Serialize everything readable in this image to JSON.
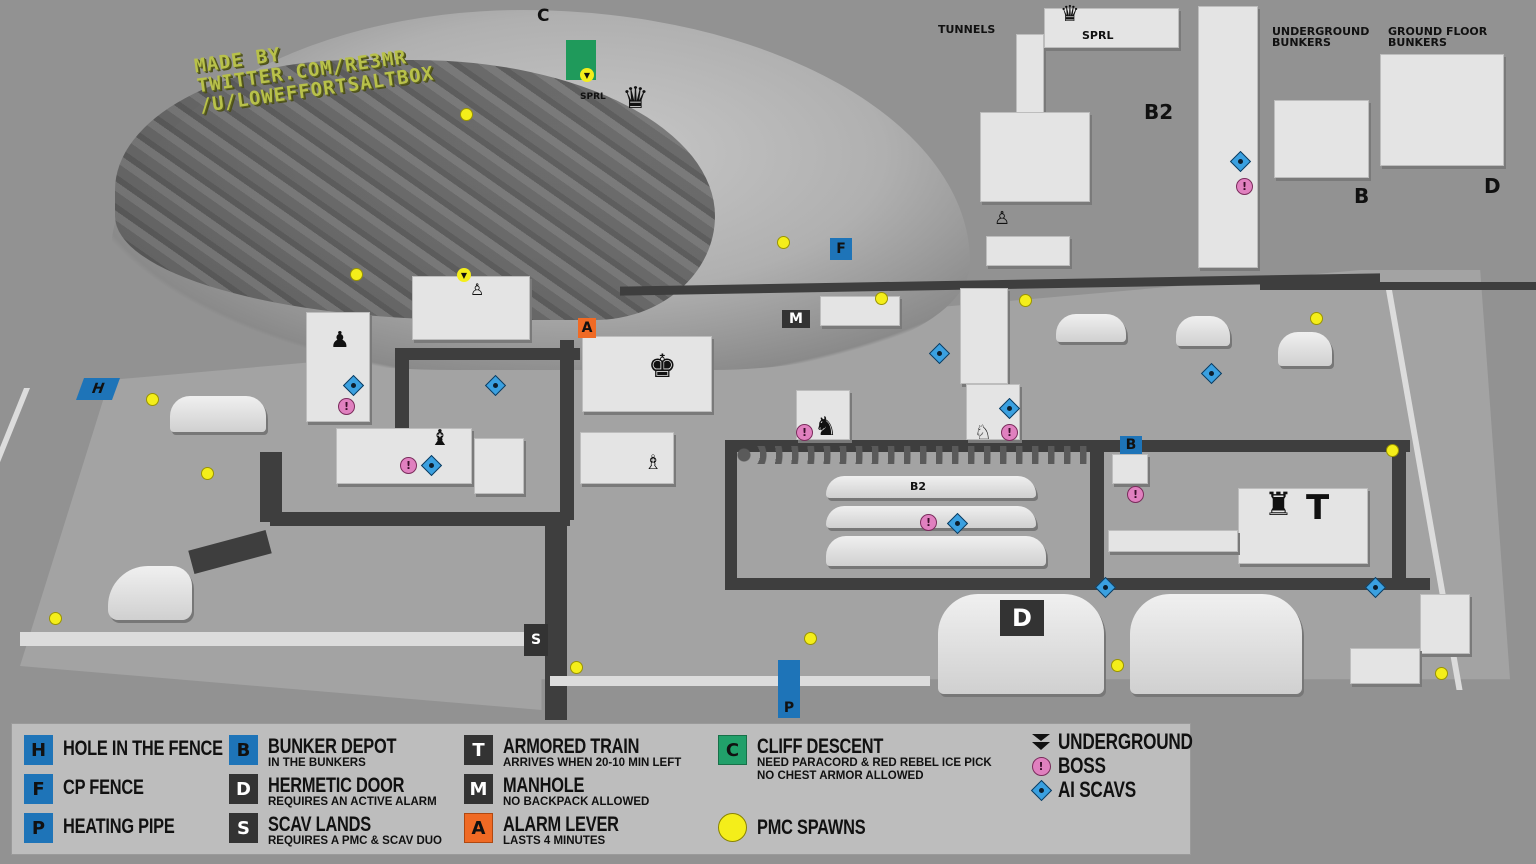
{
  "map": {
    "credit": {
      "line1": "MADE BY",
      "line2": "TWITTER.COM/RE3MR",
      "line3": "/U/LOWEFFORTSALTBOX"
    },
    "area_labels": {
      "tunnels": "TUNNELS",
      "underground_bunkers": "UNDERGROUND BUNKERS",
      "ground_floor_bunkers": "GROUND FLOOR BUNKERS",
      "sprl_tunnel": "SPRL",
      "sprl_building": "SPRL",
      "b2_inset": "B2",
      "b2_main": "B2"
    },
    "exit_markers": [
      {
        "code": "C",
        "name": "Cliff Descent",
        "color": "#21a06a"
      },
      {
        "code": "F",
        "name": "CP Fence",
        "color": "#1e74b8"
      },
      {
        "code": "H",
        "name": "Hole in the Fence",
        "color": "#1e74b8"
      },
      {
        "code": "A",
        "name": "Alarm Lever",
        "color": "#f06a24"
      },
      {
        "code": "M",
        "name": "Manhole",
        "color": "#333333"
      },
      {
        "code": "B",
        "name": "Bunker Depot",
        "color": "#1e74b8"
      },
      {
        "code": "T",
        "name": "Armored Train",
        "color": "#333333"
      },
      {
        "code": "S",
        "name": "Scav Lands",
        "color": "#333333"
      },
      {
        "code": "P",
        "name": "Heating Pipe",
        "color": "#1e74b8"
      },
      {
        "code": "D",
        "name": "Hermetic Door",
        "color": "#333333"
      }
    ],
    "inset_letters": {
      "b": "B",
      "d": "D"
    }
  },
  "legend": {
    "col1": [
      {
        "code": "H",
        "title": "HOLE IN THE FENCE",
        "color": "#1e74b8"
      },
      {
        "code": "F",
        "title": "CP FENCE",
        "color": "#1e74b8"
      },
      {
        "code": "P",
        "title": "HEATING PIPE",
        "color": "#1e74b8"
      }
    ],
    "col2": [
      {
        "code": "B",
        "title": "BUNKER DEPOT",
        "sub": "IN THE BUNKERS",
        "color": "#1e74b8"
      },
      {
        "code": "D",
        "title": "HERMETIC DOOR",
        "sub": "REQUIRES AN ACTIVE ALARM",
        "color": "#333333"
      },
      {
        "code": "S",
        "title": "SCAV LANDS",
        "sub": "REQUIRES A PMC & SCAV DUO",
        "color": "#333333"
      }
    ],
    "col3": [
      {
        "code": "T",
        "title": "ARMORED TRAIN",
        "sub": "ARRIVES WHEN 20-10 MIN LEFT",
        "color": "#333333"
      },
      {
        "code": "M",
        "title": "MANHOLE",
        "sub": "NO BACKPACK ALLOWED",
        "color": "#333333"
      },
      {
        "code": "A",
        "title": "ALARM LEVER",
        "sub": "LASTS 4 MINUTES",
        "color": "#f06a24"
      }
    ],
    "col4": {
      "cliff": {
        "code": "C",
        "title": "CLIFF DESCENT",
        "sub1": "NEED PARACORD & RED REBEL ICE PICK",
        "sub2": "NO CHEST ARMOR ALLOWED",
        "color": "#21a06a"
      },
      "pmc": {
        "title": "PMC SPAWNS",
        "color": "#f4ee1a"
      }
    },
    "col5": [
      {
        "icon": "underground-icon",
        "title": "UNDERGROUND"
      },
      {
        "icon": "boss-icon",
        "title": "BOSS",
        "color": "#e080bf"
      },
      {
        "icon": "ai-scav-icon",
        "title": "AI SCAVS",
        "color": "#3aa0e0"
      }
    ]
  }
}
